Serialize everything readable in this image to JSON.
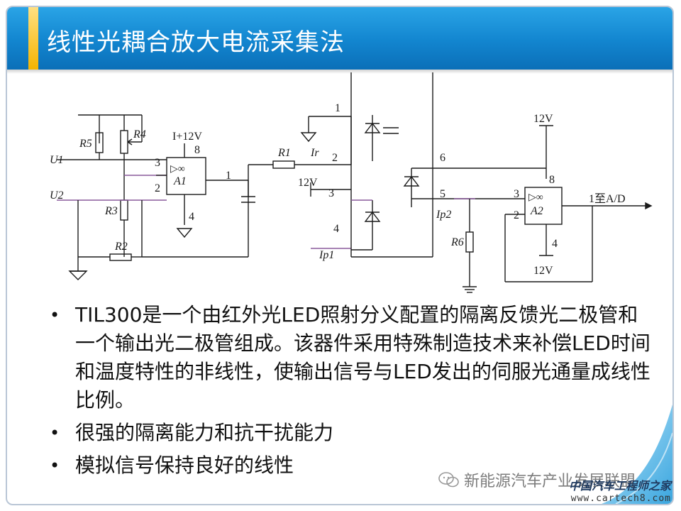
{
  "title": "线性光耦合放大电流采集法",
  "circuit": {
    "labels": {
      "u1": "U1",
      "u2": "U2",
      "r5": "R5",
      "r4": "R4",
      "r3": "R3",
      "r2": "R2",
      "r1": "R1",
      "r6": "R6",
      "a1": "A1",
      "a2": "A2",
      "plus12v_top": "I+12V",
      "v12_mid": "12V",
      "v12_right_top": "12V",
      "v12_right_bottom": "12V",
      "out": "1至A/D",
      "ir": "Ir",
      "ip1": "Ip1",
      "ip2": "Ip2",
      "pin3a": "3",
      "pin2a": "2",
      "pin8a": "8",
      "pin4a": "4",
      "node1": "1",
      "ic1": "1",
      "ic2": "2",
      "ic3": "3",
      "ic4": "4",
      "ic5": "5",
      "ic6": "6",
      "pin3b": "3",
      "pin2b": "2",
      "pin8b": "8",
      "pin4b": "4",
      "inf_a": "▷∞",
      "inf_b": "▷∞"
    }
  },
  "bullets": [
    "TIL300是一个由红外光LED照射分义配置的隔离反馈光二极管和一个输出光二极管组成。该器件采用特殊制造技术来补偿LED时间和温度特性的非线性，使输出信号与LED发出的伺服光通量成线性比例。",
    "很强的隔离能力和抗干扰能力",
    "模拟信号保持良好的线性"
  ],
  "bullet_glyph": "•",
  "watermark": {
    "text": "新能源汽车产业发展联盟",
    "site_cn": "中国汽车工程师之家",
    "site_url": "www.cartech8.com"
  },
  "colors": {
    "title_bar": "#1285cf",
    "accent": "#f4b400",
    "schematic_line": "#1b1b1b",
    "purple_wire": "#8a5a9c"
  }
}
